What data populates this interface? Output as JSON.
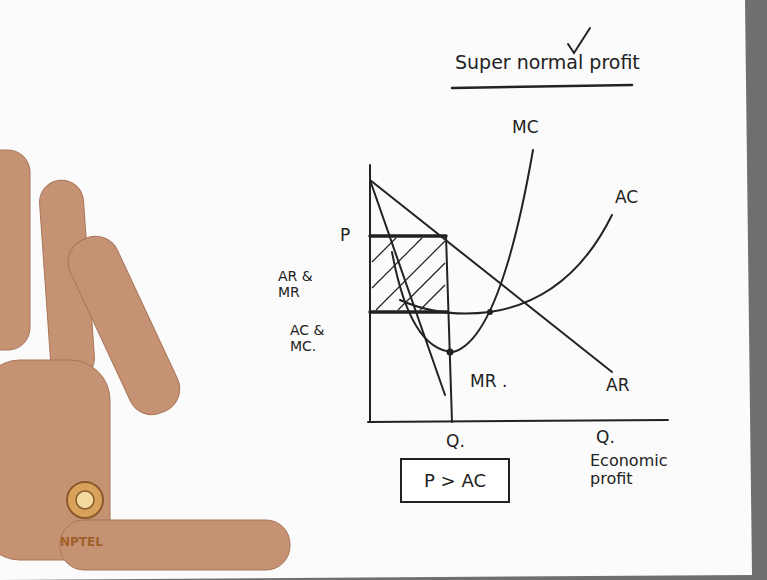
{
  "diagram": {
    "title": "Super normal profit",
    "nodes": [
      {
        "text": [
          "P > AC"
        ]
      }
    ],
    "labels": [
      "MC",
      "AC",
      "AR",
      "MR .",
      "P",
      "AR & MR",
      "AC & MC.",
      "Q.",
      "Q.",
      "Economic profit",
      "NPTEL"
    ]
  }
}
